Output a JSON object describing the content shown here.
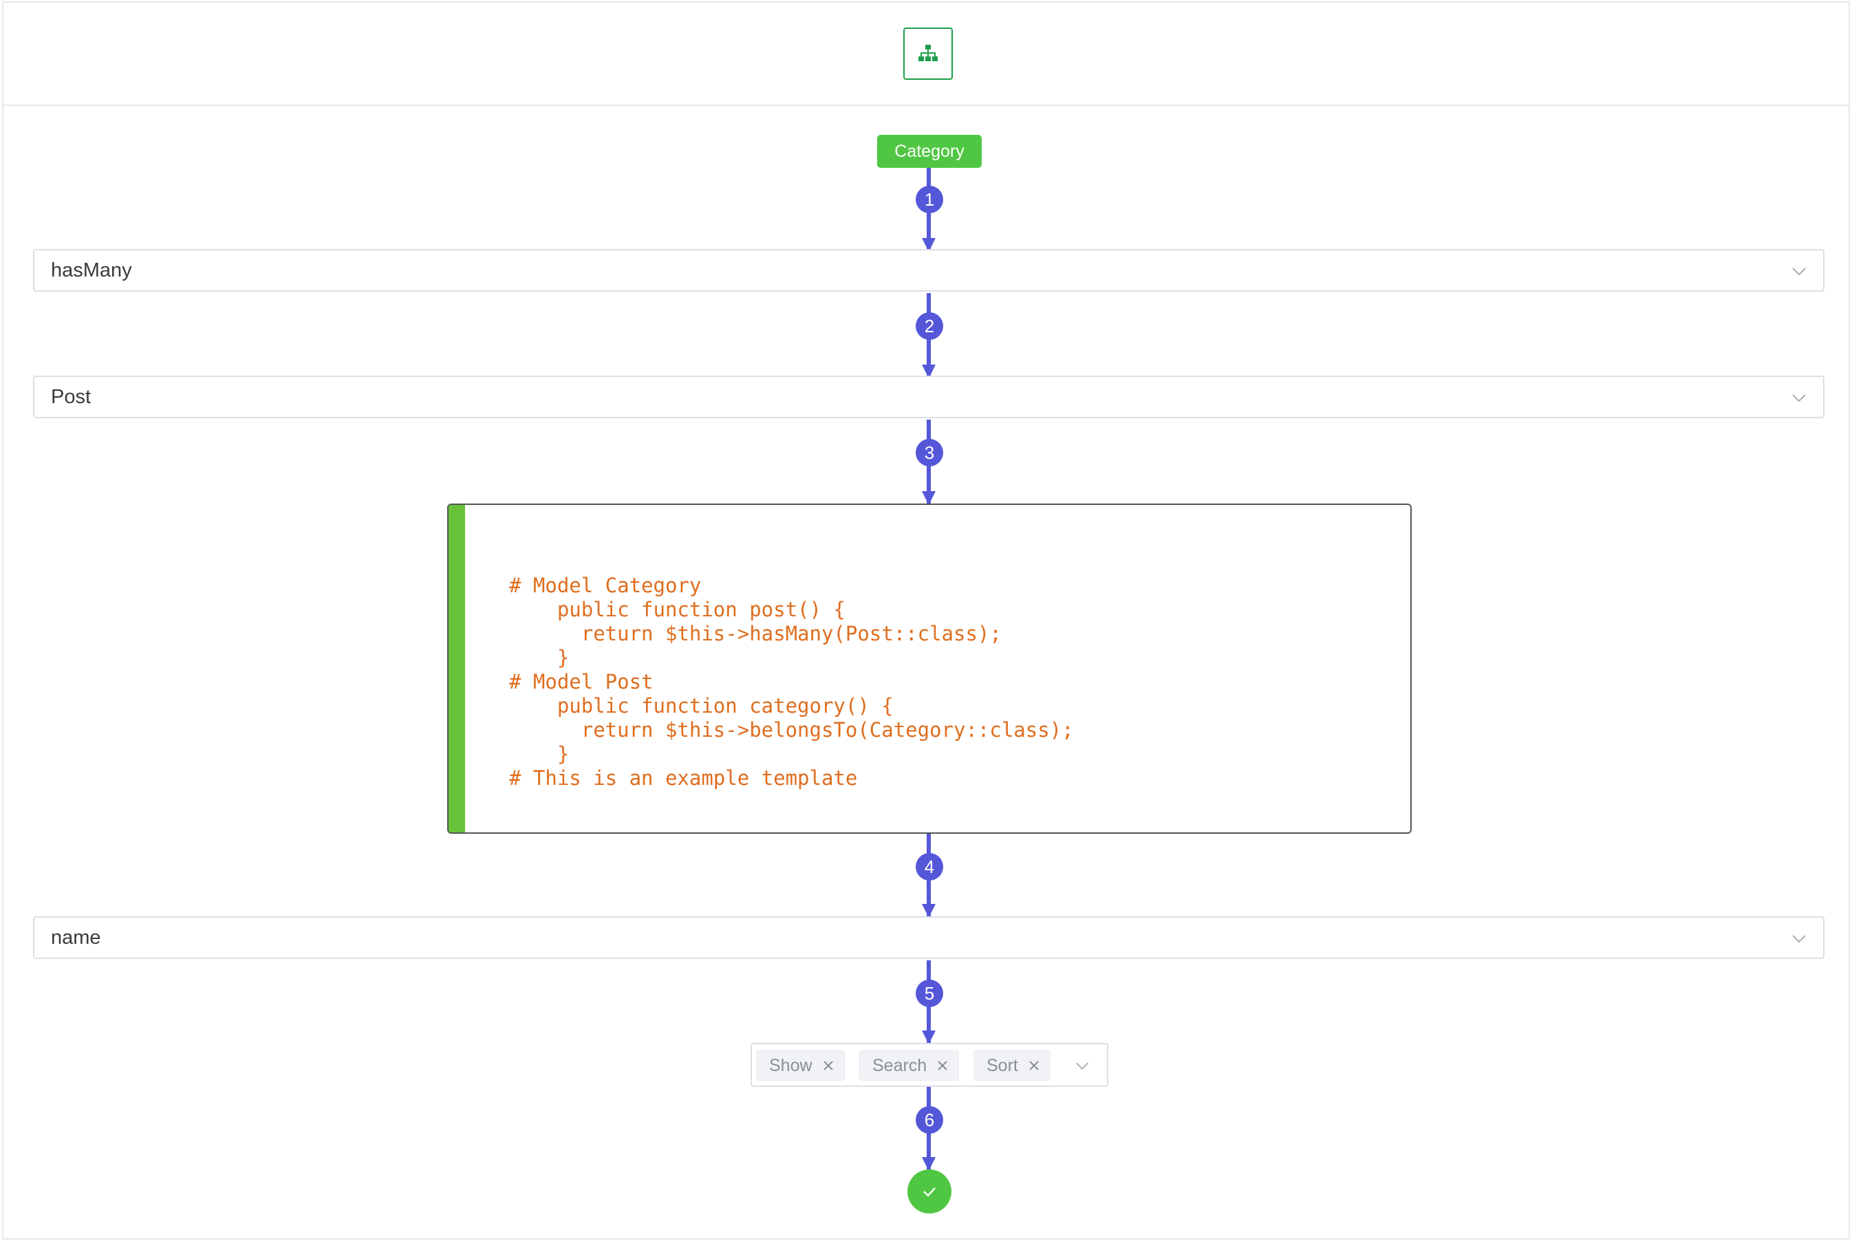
{
  "header": {
    "icon": "sitemap-icon"
  },
  "start_node": {
    "label": "Category"
  },
  "steps": [
    "1",
    "2",
    "3",
    "4",
    "5",
    "6"
  ],
  "relation_select": {
    "value": "hasMany"
  },
  "model_select": {
    "value": "Post"
  },
  "code_preview": {
    "text": "# Model Category\n    public function post() {\n      return $this->hasMany(Post::class);\n    }\n# Model Post\n    public function category() {\n      return $this->belongsTo(Category::class);\n    }\n# This is an example template"
  },
  "field_select": {
    "value": "name"
  },
  "options_select": {
    "tags": [
      {
        "label": "Show"
      },
      {
        "label": "Search"
      },
      {
        "label": "Sort"
      }
    ]
  },
  "end_node": {
    "icon": "check-icon"
  },
  "colors": {
    "flow": "#5557d9",
    "start": "#4fc742",
    "code_text": "#e06d1e",
    "code_bar": "#67c23a",
    "header_icon": "#1e9e4a"
  }
}
